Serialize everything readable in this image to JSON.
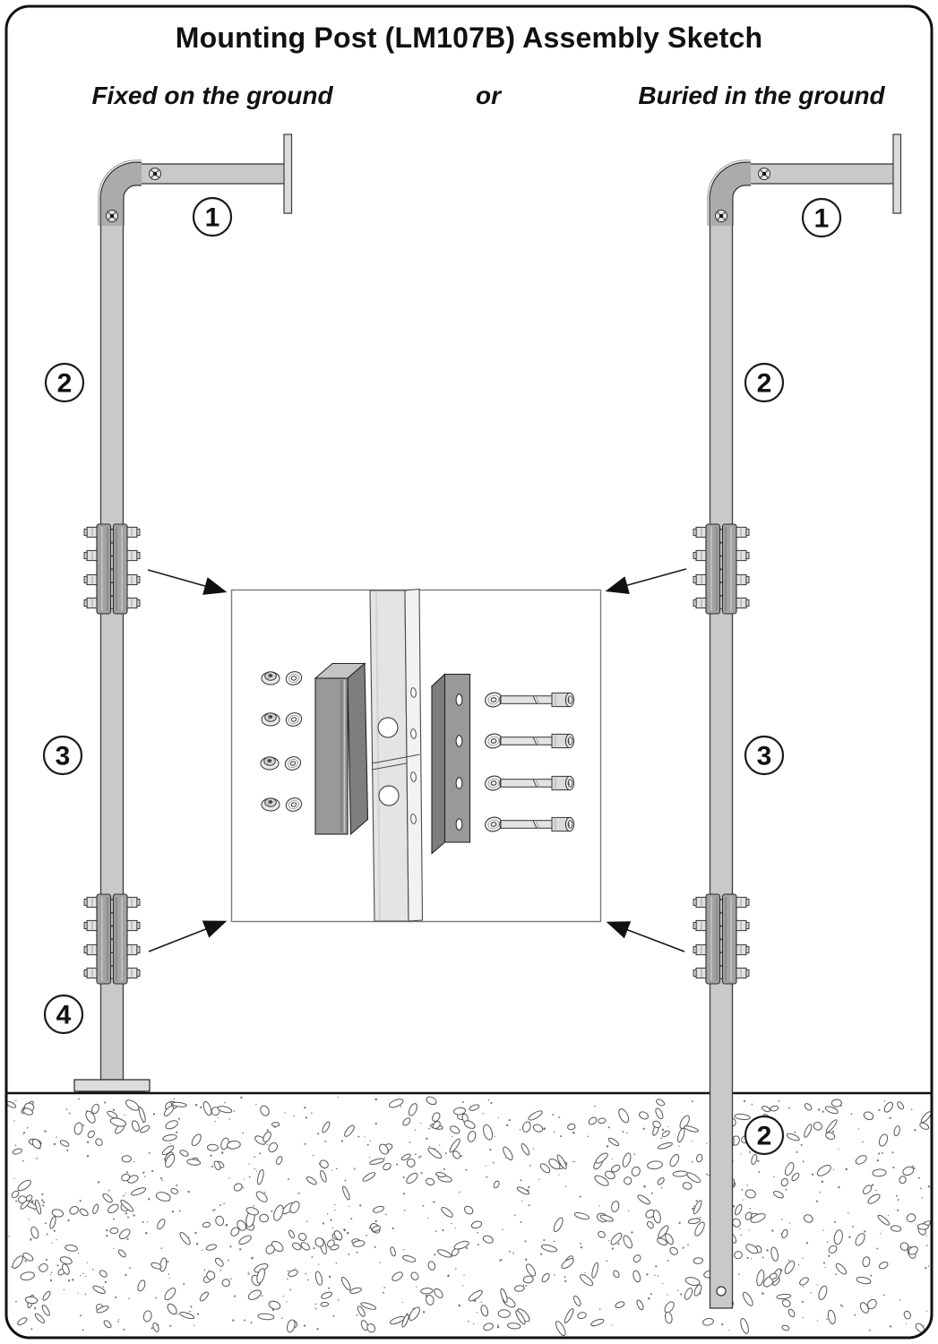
{
  "title": "Mounting Post (LM107B) Assembly Sketch",
  "mounting_options": {
    "left_label": "Fixed on the ground",
    "separator": "or",
    "right_label": "Buried in the ground"
  },
  "callouts": {
    "left": [
      "1",
      "2",
      "3",
      "4"
    ],
    "right": [
      "1",
      "2",
      "3",
      "2"
    ]
  },
  "colors": {
    "post_fill": "#c9c9c9",
    "elbow_fill": "#ababab",
    "clamp_fill": "#a2a2a2",
    "channel_fill": "#999999",
    "plate_fill": "#dcdcdc",
    "outline": "#333333",
    "arrow": "#111111"
  }
}
